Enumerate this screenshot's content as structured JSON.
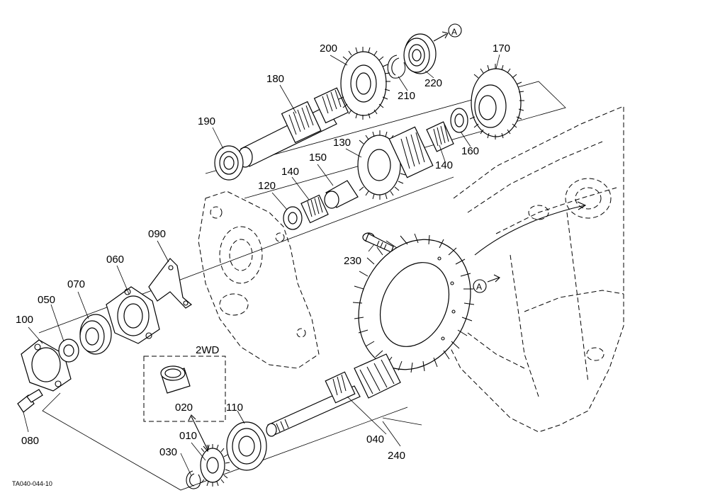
{
  "labels": {
    "p010": "010",
    "p020": "020",
    "p030": "030",
    "p040": "040",
    "p050": "050",
    "p060": "060",
    "p070": "070",
    "p080": "080",
    "p090": "090",
    "p100": "100",
    "p110": "110",
    "p120": "120",
    "p130": "130",
    "p140a": "140",
    "p140b": "140",
    "p150": "150",
    "p160": "160",
    "p170": "170",
    "p180": "180",
    "p190": "190",
    "p200": "200",
    "p210": "210",
    "p220": "220",
    "p230": "230",
    "p240": "240",
    "wd": "2WD",
    "refA1": "A",
    "refA2": "A"
  },
  "drawing_code": "TA040-044-10"
}
